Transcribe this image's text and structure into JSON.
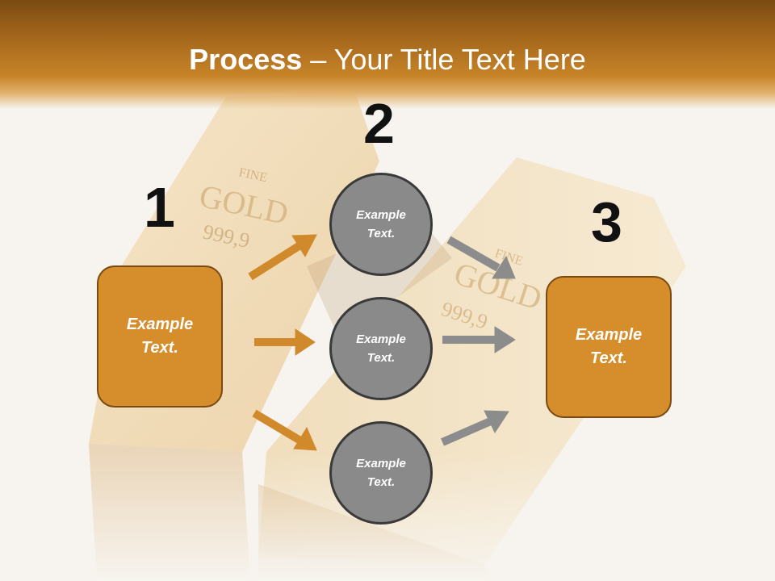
{
  "slide": {
    "title_bold": "Process",
    "title_rest": " – Your Title Text Here",
    "numbers": [
      "1",
      "2",
      "3"
    ],
    "left_box": {
      "line1": "Example",
      "line2": "Text."
    },
    "right_box": {
      "line1": "Example",
      "line2": "Text."
    },
    "circles": [
      {
        "line1": "Example",
        "line2": "Text."
      },
      {
        "line1": "Example",
        "line2": "Text."
      },
      {
        "line1": "Example",
        "line2": "Text."
      }
    ],
    "background": {
      "bar1_lines": [
        "FINE",
        "GOLD",
        "999,9"
      ],
      "bar2_lines": [
        "FINE",
        "GOLD",
        "999,9"
      ]
    },
    "colors": {
      "header": "#a0631a",
      "box": "#d68d2c",
      "circle": "#8a8a8a",
      "orange_arrow": "#d08a2c",
      "gray_arrow": "#8c8c8c"
    }
  }
}
